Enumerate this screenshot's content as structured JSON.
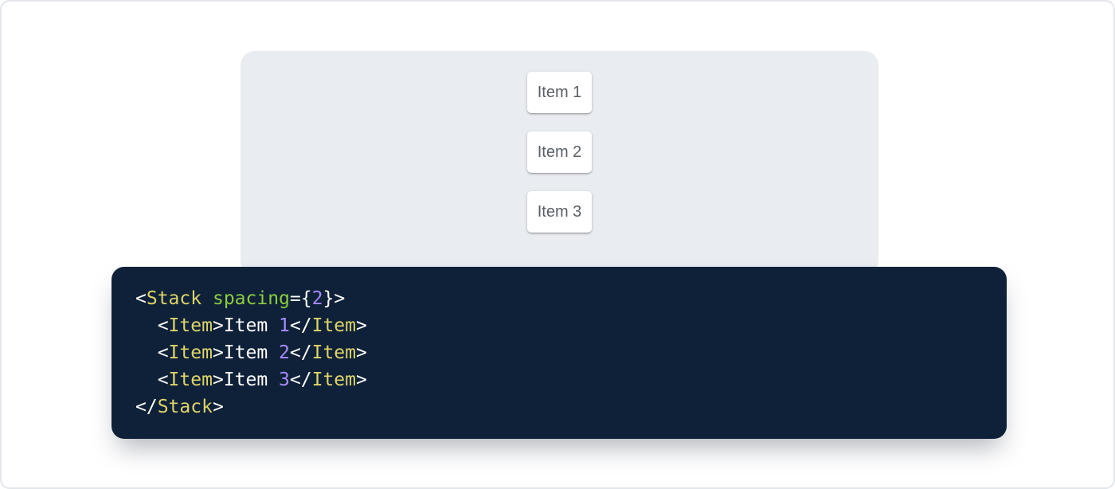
{
  "theme": {
    "frame_bg": "#ffffff",
    "frame_border": "#e3e6eb",
    "panel_bg": "#e9ecf1",
    "card_bg": "#ffffff",
    "card_text": "#5a5f66",
    "code_bg": "#0e2138",
    "code_text": "#ffffff",
    "token_tag": "#ded469",
    "token_attr": "#8ccd3e",
    "token_number": "#a78bfa"
  },
  "demo": {
    "items": [
      {
        "label": "Item 1"
      },
      {
        "label": "Item 2"
      },
      {
        "label": "Item 3"
      }
    ]
  },
  "code": {
    "source": "<Stack spacing={2}>\n  <Item>Item 1</Item>\n  <Item>Item 2</Item>\n  <Item>Item 3</Item>\n</Stack>",
    "lines": [
      {
        "tokens": [
          {
            "text": "<",
            "type": "plain"
          },
          {
            "text": "Stack",
            "type": "tag"
          },
          {
            "text": " ",
            "type": "plain"
          },
          {
            "text": "spacing",
            "type": "attr"
          },
          {
            "text": "={",
            "type": "plain"
          },
          {
            "text": "2",
            "type": "number"
          },
          {
            "text": "}>",
            "type": "plain"
          }
        ]
      },
      {
        "tokens": [
          {
            "text": "  <",
            "type": "plain"
          },
          {
            "text": "Item",
            "type": "tag"
          },
          {
            "text": ">Item ",
            "type": "plain"
          },
          {
            "text": "1",
            "type": "number"
          },
          {
            "text": "</",
            "type": "plain"
          },
          {
            "text": "Item",
            "type": "tag"
          },
          {
            "text": ">",
            "type": "plain"
          }
        ]
      },
      {
        "tokens": [
          {
            "text": "  <",
            "type": "plain"
          },
          {
            "text": "Item",
            "type": "tag"
          },
          {
            "text": ">Item ",
            "type": "plain"
          },
          {
            "text": "2",
            "type": "number"
          },
          {
            "text": "</",
            "type": "plain"
          },
          {
            "text": "Item",
            "type": "tag"
          },
          {
            "text": ">",
            "type": "plain"
          }
        ]
      },
      {
        "tokens": [
          {
            "text": "  <",
            "type": "plain"
          },
          {
            "text": "Item",
            "type": "tag"
          },
          {
            "text": ">Item ",
            "type": "plain"
          },
          {
            "text": "3",
            "type": "number"
          },
          {
            "text": "</",
            "type": "plain"
          },
          {
            "text": "Item",
            "type": "tag"
          },
          {
            "text": ">",
            "type": "plain"
          }
        ]
      },
      {
        "tokens": [
          {
            "text": "</",
            "type": "plain"
          },
          {
            "text": "Stack",
            "type": "tag"
          },
          {
            "text": ">",
            "type": "plain"
          }
        ]
      }
    ]
  }
}
